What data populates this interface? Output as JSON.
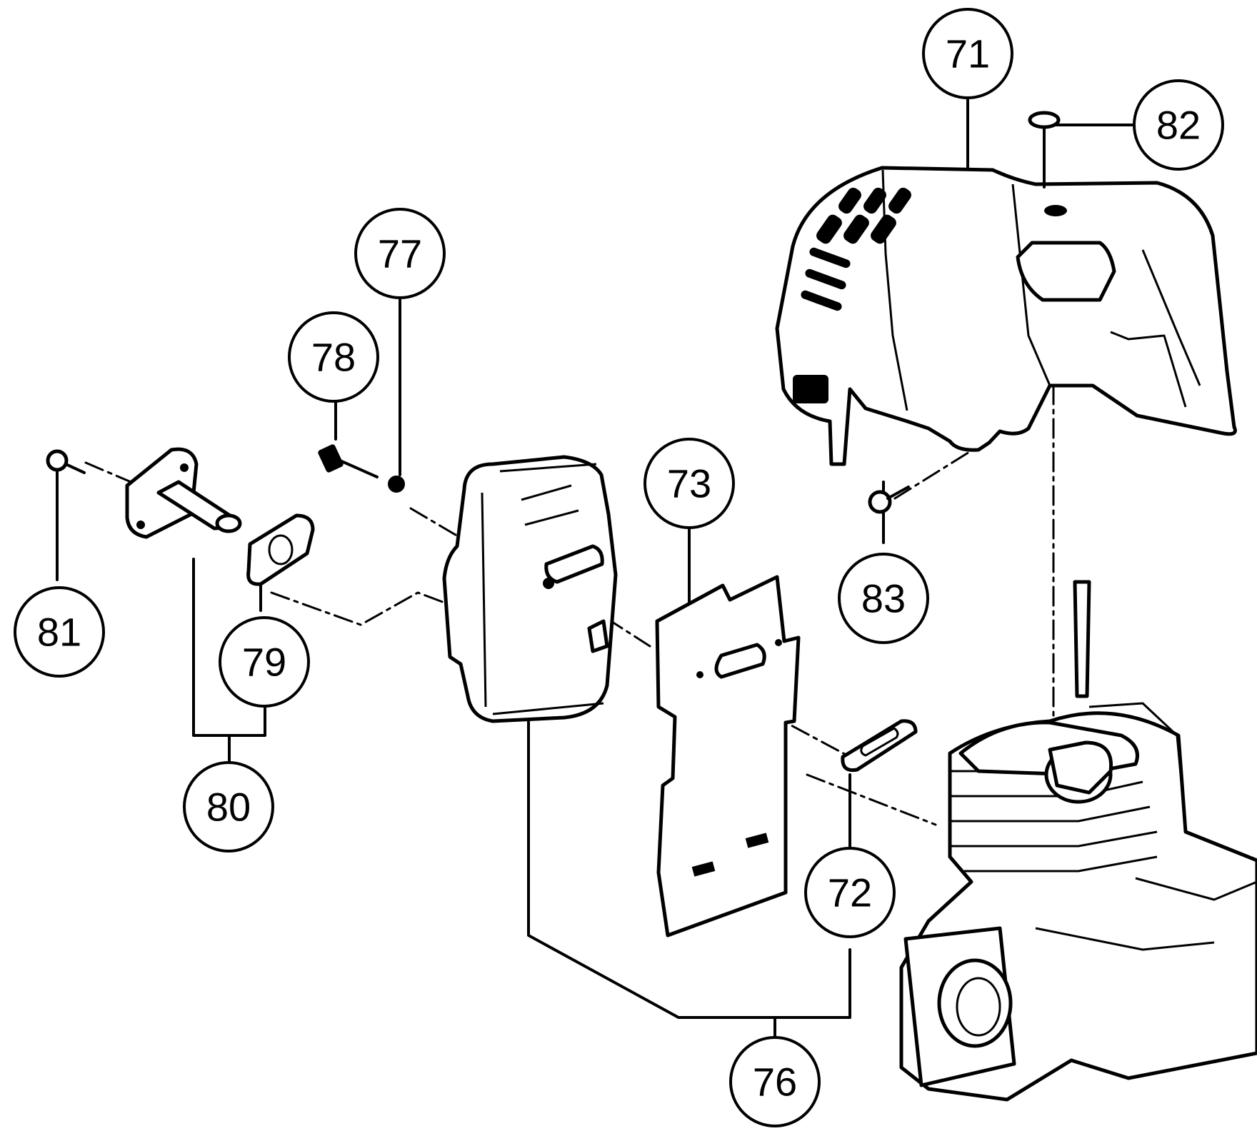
{
  "callouts": {
    "c71": "71",
    "c72": "72",
    "c73": "73",
    "c76": "76",
    "c77": "77",
    "c78": "78",
    "c79": "79",
    "c80": "80",
    "c81": "81",
    "c82": "82",
    "c83": "83"
  }
}
